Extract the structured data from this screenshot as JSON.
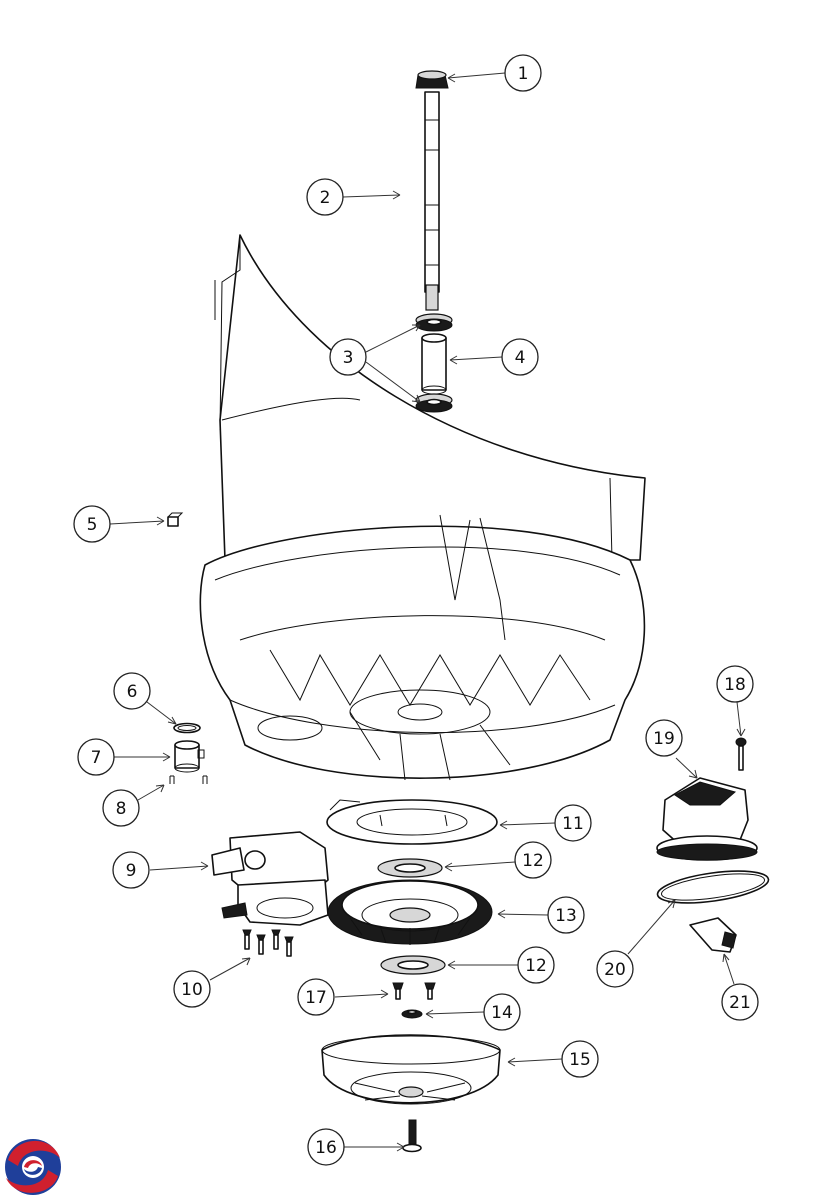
{
  "callouts": [
    {
      "id": "1",
      "label": "1"
    },
    {
      "id": "2",
      "label": "2"
    },
    {
      "id": "3",
      "label": "3"
    },
    {
      "id": "4",
      "label": "4"
    },
    {
      "id": "5",
      "label": "5"
    },
    {
      "id": "6",
      "label": "6"
    },
    {
      "id": "7",
      "label": "7"
    },
    {
      "id": "8",
      "label": "8"
    },
    {
      "id": "9",
      "label": "9"
    },
    {
      "id": "10",
      "label": "10"
    },
    {
      "id": "11",
      "label": "11"
    },
    {
      "id": "12a",
      "label": "12"
    },
    {
      "id": "12b",
      "label": "12"
    },
    {
      "id": "13",
      "label": "13"
    },
    {
      "id": "14",
      "label": "14"
    },
    {
      "id": "15",
      "label": "15"
    },
    {
      "id": "16",
      "label": "16"
    },
    {
      "id": "17",
      "label": "17"
    },
    {
      "id": "18",
      "label": "18"
    },
    {
      "id": "19",
      "label": "19"
    },
    {
      "id": "20",
      "label": "20"
    },
    {
      "id": "21",
      "label": "21"
    }
  ],
  "colors": {
    "line": "#111111",
    "logo_red": "#d0202e",
    "logo_blue": "#1f3f9a"
  },
  "icons": {
    "logo": "brand-swirl-logo"
  }
}
